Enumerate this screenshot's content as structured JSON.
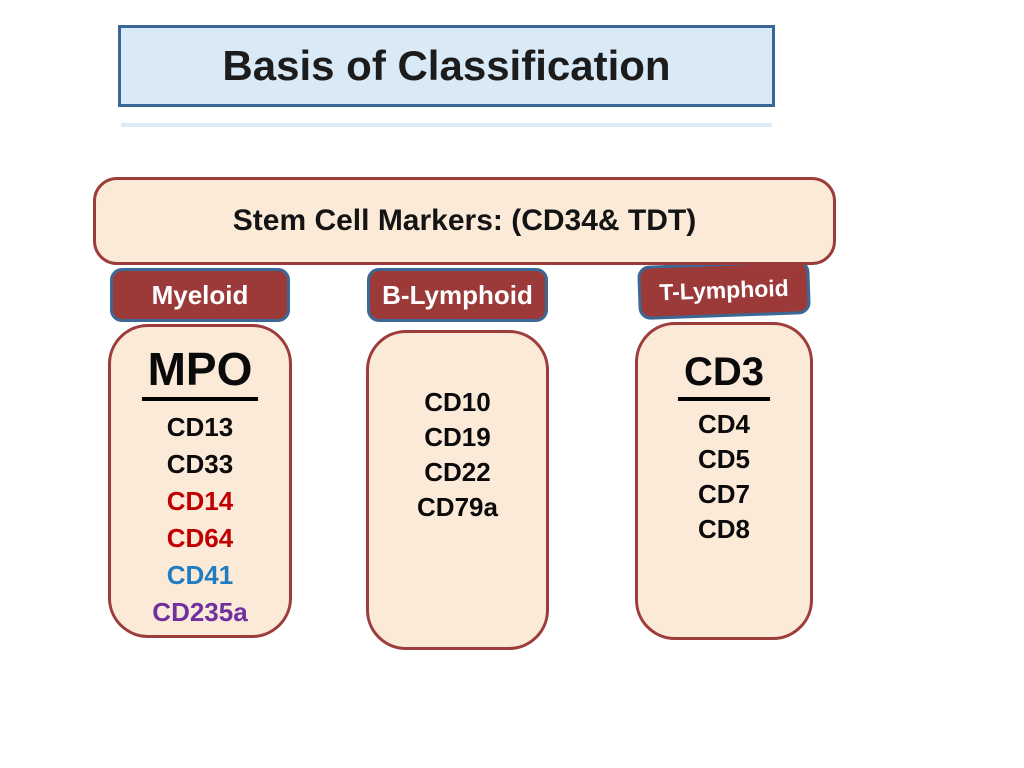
{
  "slide": {
    "title": "Basis of Classification",
    "banner": "Stem Cell Markers: (CD34& TDT)"
  },
  "columns": [
    {
      "label": "Myeloid",
      "heading": "MPO",
      "markers": [
        {
          "text": "CD13",
          "color": "#0a0a0a"
        },
        {
          "text": "CD33",
          "color": "#0a0a0a"
        },
        {
          "text": "CD14",
          "color": "#c00000"
        },
        {
          "text": "CD64",
          "color": "#c00000"
        },
        {
          "text": "CD41",
          "color": "#1f7dc4"
        },
        {
          "text": "CD235a",
          "color": "#7030a0"
        }
      ]
    },
    {
      "label": "B-Lymphoid",
      "heading": "",
      "markers": [
        {
          "text": "CD10",
          "color": "#0a0a0a"
        },
        {
          "text": "CD19",
          "color": "#0a0a0a"
        },
        {
          "text": "CD22",
          "color": "#0a0a0a"
        },
        {
          "text": "CD79a",
          "color": "#0a0a0a"
        }
      ]
    },
    {
      "label": "T-Lymphoid",
      "heading": "CD3",
      "markers": [
        {
          "text": "CD4",
          "color": "#0a0a0a"
        },
        {
          "text": "CD5",
          "color": "#0a0a0a"
        },
        {
          "text": "CD7",
          "color": "#0a0a0a"
        },
        {
          "text": "CD8",
          "color": "#0a0a0a"
        }
      ]
    }
  ],
  "colors": {
    "title_fill": "#d9e9f5",
    "title_border": "#3a6795",
    "panel_fill": "#fcead9",
    "panel_border": "#9c3d3b",
    "badge_fill": "#9c3a39",
    "badge_border": "#3c6896",
    "marker_red": "#c00000",
    "marker_blue": "#1f7dc4",
    "marker_purple": "#7030a0"
  }
}
